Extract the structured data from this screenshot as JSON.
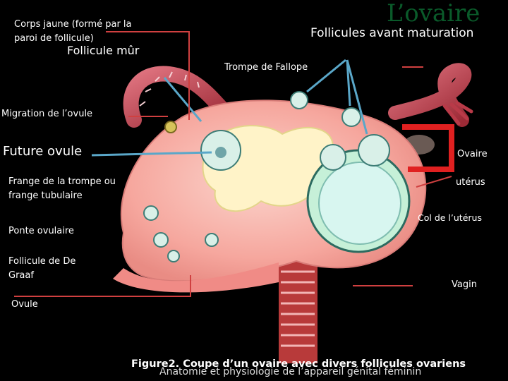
{
  "title": "L’ovaire",
  "labels": {
    "corps_jaune": "Corps jaune (formé par la",
    "corps_jaune_2": "paroi de follicule)",
    "follicule_mur": "Follicule mûr",
    "follicules_avant": "Follicules avant maturation",
    "trompe": "Trompe de Fallope",
    "migration": "Migration de l’ovule",
    "future_ovule": "Future ovule",
    "ovaire": "Ovaire",
    "frange_1": "Frange de la trompe ou",
    "frange_2": "frange tubulaire",
    "uterus": "utérus",
    "col": "Col de l’utérus",
    "ponte": "Ponte ovulaire",
    "degraaf_1": "Follicule de De",
    "degraaf_2": "Graaf",
    "vagin": "Vagin",
    "ovule": "Ovule"
  },
  "caption": "Figure2. Coupe d’un ovaire avec divers follicules ovariens",
  "subcaption": "Anatomie et physiologie de l’appareil génital féminin",
  "colors": {
    "ovary_fill": "#f7a9a0",
    "tube": "#c1404e",
    "arrow_blue": "#5aa7c9",
    "pointer_red": "#e02020",
    "title_green": "#0a5a2a"
  }
}
